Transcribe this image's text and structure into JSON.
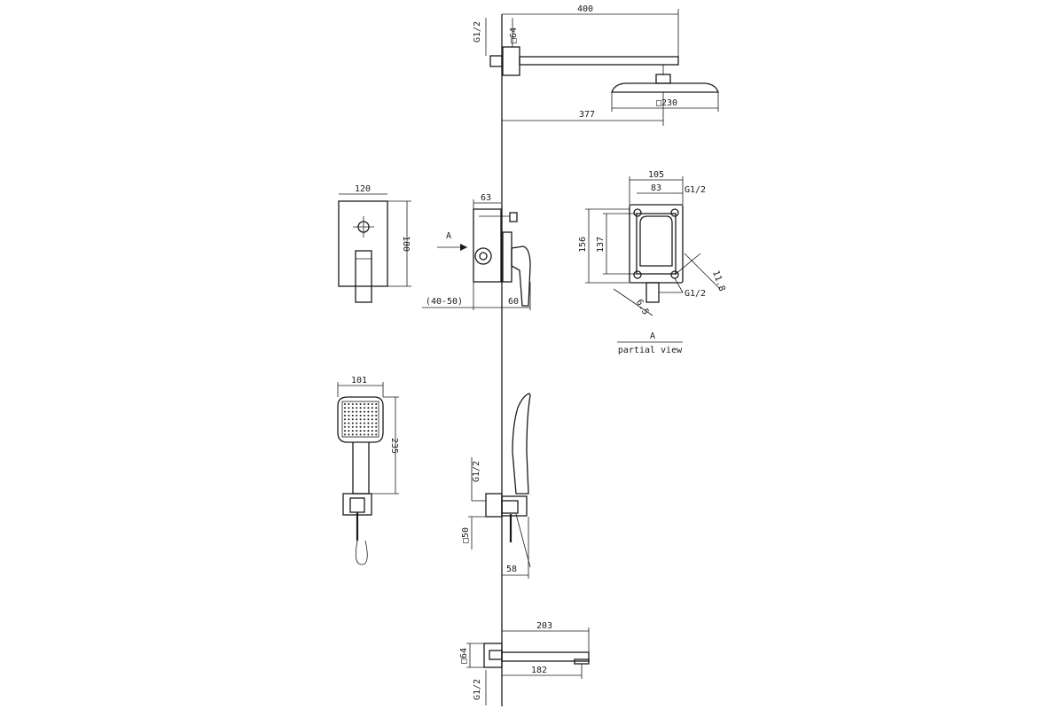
{
  "dimensions": {
    "rain_arm_length": "400",
    "rain_arm_reach": "377",
    "rain_head_size": "□230",
    "rain_wall_flange": "□64",
    "rain_thread": "G1/2",
    "plate_width": "120",
    "plate_height": "180",
    "valve_depth": "63",
    "wall_depth": "(40-50)",
    "lever_projection": "60",
    "box_width": "105",
    "box_inner_width": "83",
    "box_height": "156",
    "box_inner_height": "137",
    "box_angle_dim": "11.8",
    "box_corner_dim": "6.5",
    "box_thread_top": "G1/2",
    "box_thread_bottom": "G1/2",
    "section_marker": "A",
    "hand_width": "101",
    "hand_length": "235",
    "holder_thread": "G1/2",
    "holder_flange": "□50",
    "holder_projection": "58",
    "spout_length": "203",
    "spout_reach": "182",
    "spout_flange": "□64",
    "spout_thread": "G1/2"
  },
  "labels": {
    "view_marker": "A",
    "partial_view": "partial view"
  }
}
